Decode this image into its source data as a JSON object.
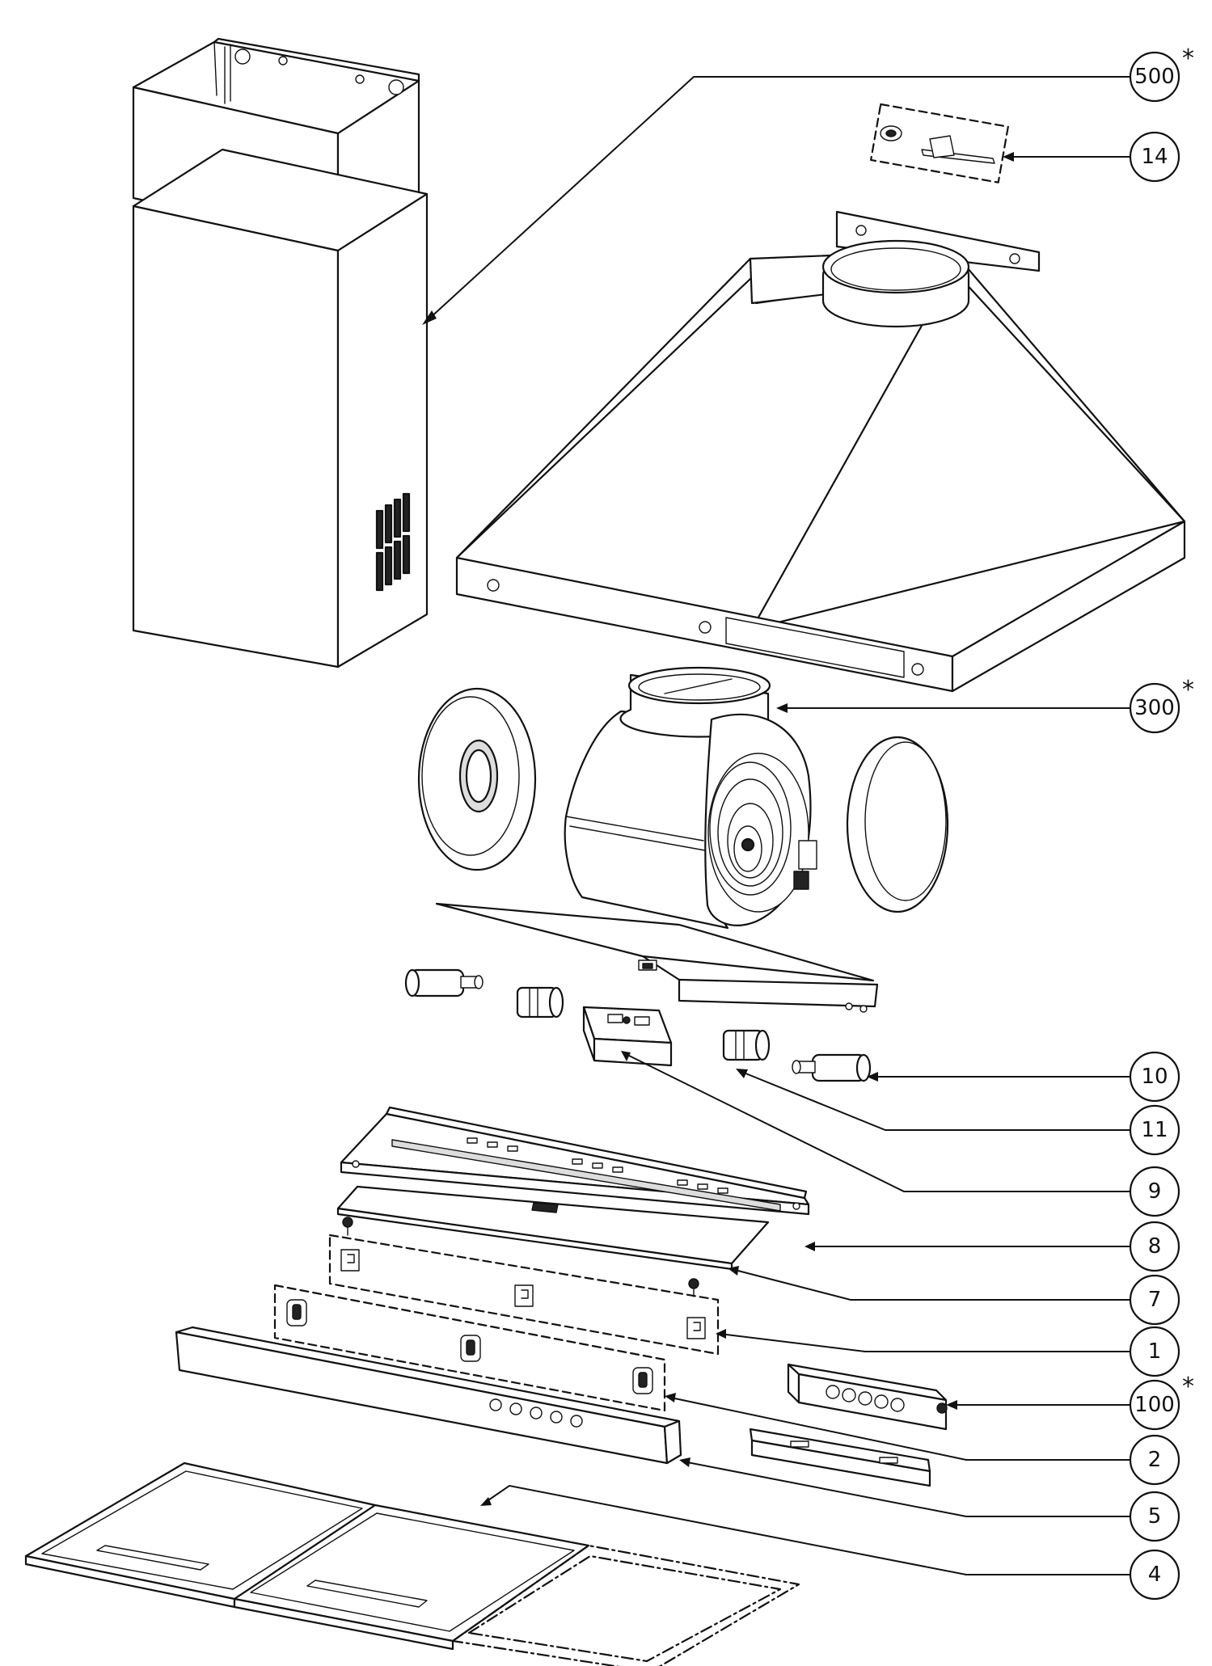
{
  "callouts": [
    {
      "id": "500",
      "label": "500",
      "star": "*"
    },
    {
      "id": "14",
      "label": "14",
      "star": ""
    },
    {
      "id": "300",
      "label": "300",
      "star": "*"
    },
    {
      "id": "10",
      "label": "10",
      "star": ""
    },
    {
      "id": "11",
      "label": "11",
      "star": ""
    },
    {
      "id": "9",
      "label": "9",
      "star": ""
    },
    {
      "id": "8",
      "label": "8",
      "star": ""
    },
    {
      "id": "7",
      "label": "7",
      "star": ""
    },
    {
      "id": "1",
      "label": "1",
      "star": ""
    },
    {
      "id": "100",
      "label": "100",
      "star": "*"
    },
    {
      "id": "2",
      "label": "2",
      "star": ""
    },
    {
      "id": "5",
      "label": "5",
      "star": ""
    },
    {
      "id": "4",
      "label": "4",
      "star": ""
    }
  ],
  "colors": {
    "line": "#111111",
    "background": "#ffffff"
  }
}
